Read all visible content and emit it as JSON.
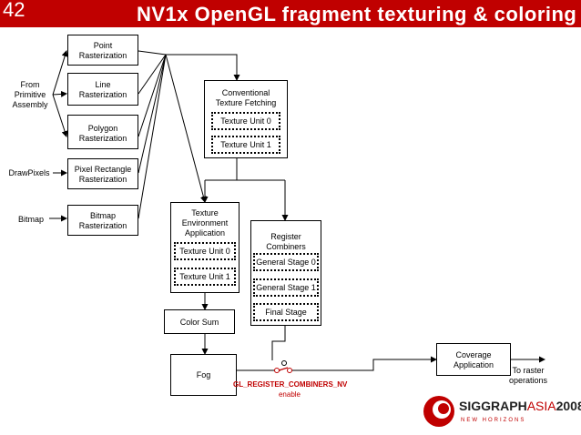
{
  "header": {
    "slide_number": "42",
    "title": "NV1x OpenGL fragment texturing & coloring"
  },
  "inputs": {
    "from_primitive_assembly": "From\nPrimitive\nAssembly",
    "drawpixels": "DrawPixels",
    "bitmap": "Bitmap"
  },
  "rasterization": {
    "point": "Point\nRasterization",
    "line": "Line\nRasterization",
    "polygon": "Polygon\nRasterization",
    "pixel_rectangle": "Pixel Rectangle\nRasterization",
    "bitmap": "Bitmap\nRasterization"
  },
  "conventional": {
    "label": "Conventional\nTexture Fetching",
    "unit0": "Texture Unit 0",
    "unit1": "Texture Unit 1"
  },
  "environment": {
    "label": "Texture\nEnvironment\nApplication",
    "unit0": "Texture Unit 0",
    "unit1": "Texture Unit 1"
  },
  "combiners": {
    "label": "Register\nCombiners",
    "stage0": "General Stage 0",
    "stage1": "General Stage 1",
    "final": "Final Stage"
  },
  "color_sum": "Color Sum",
  "fog": "Fog",
  "switch": {
    "name": "GL_REGISTER_COMBINERS_NV",
    "action": "enable",
    "color": "#c00000"
  },
  "coverage": "Coverage\nApplication",
  "output": "To raster\noperations",
  "logo": {
    "brand": "SIGGRAPH",
    "region": "ASIA",
    "year": "2008",
    "tagline": "NEW HORIZONS"
  },
  "colors": {
    "title_bar": "#c00000",
    "accent": "#c00000"
  }
}
